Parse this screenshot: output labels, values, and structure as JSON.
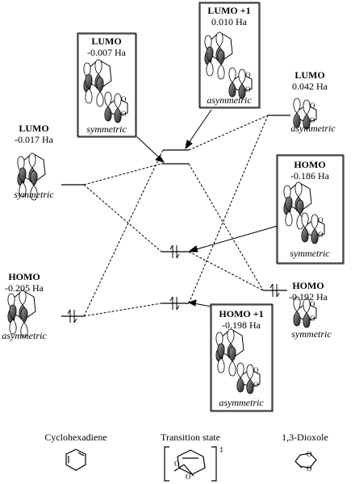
{
  "cyclohexadiene": {
    "lumo": {
      "title": "LUMO",
      "energy": "-0.017 Ha",
      "symmetry": "symmetric"
    },
    "homo": {
      "title": "HOMO",
      "energy": "-0.205 Ha",
      "symmetry": "asymmetric"
    },
    "label": "Cyclohexadiene"
  },
  "transition_state": {
    "lumo": {
      "title": "LUMO",
      "energy": "-0.007 Ha",
      "symmetry": "symmetric"
    },
    "lumo1": {
      "title": "LUMO +1",
      "energy": "0.010 Ha",
      "symmetry": "asymmetric"
    },
    "homo": {
      "title": "HOMO",
      "energy": "-0.186 Ha",
      "symmetry": "symmetric"
    },
    "homo1": {
      "title": "HOMO +1",
      "energy": "-0.198 Ha",
      "symmetry": "asymmetric"
    },
    "label": "Transition state",
    "marker": "‡"
  },
  "dioxole": {
    "lumo": {
      "title": "LUMO",
      "energy": "0.042 Ha",
      "symmetry": "asymmetric"
    },
    "homo": {
      "title": "HOMO",
      "energy": "-0.192 Ha",
      "symmetry": "symmetric"
    },
    "label": "1,3-Dioxole"
  }
}
